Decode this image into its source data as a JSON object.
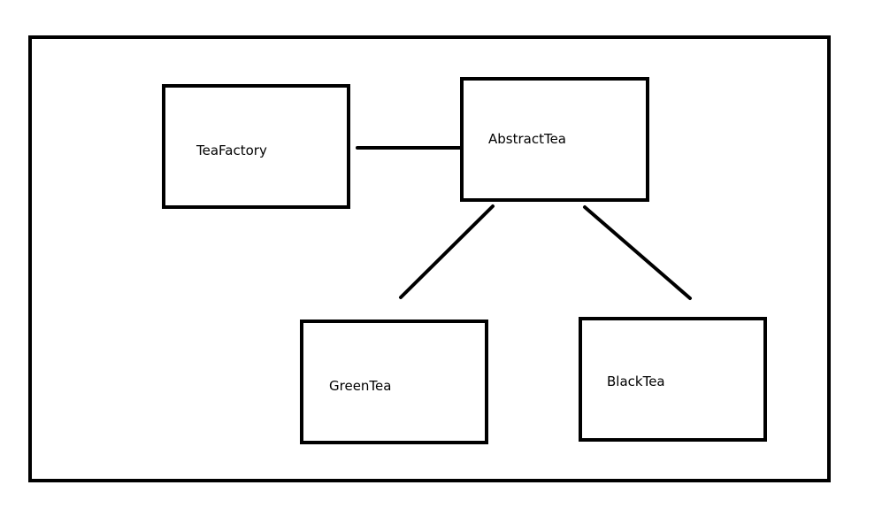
{
  "diagram": {
    "nodes": [
      {
        "id": "tea-factory",
        "label": "TeaFactory"
      },
      {
        "id": "abstract-tea",
        "label": "AbstractTea"
      },
      {
        "id": "green-tea",
        "label": "GreenTea"
      },
      {
        "id": "black-tea",
        "label": "BlackTea"
      }
    ],
    "edges": [
      {
        "from": "tea-factory",
        "to": "abstract-tea"
      },
      {
        "from": "abstract-tea",
        "to": "green-tea"
      },
      {
        "from": "abstract-tea",
        "to": "black-tea"
      }
    ],
    "colors": {
      "stroke": "#000000",
      "background": "#ffffff"
    }
  }
}
